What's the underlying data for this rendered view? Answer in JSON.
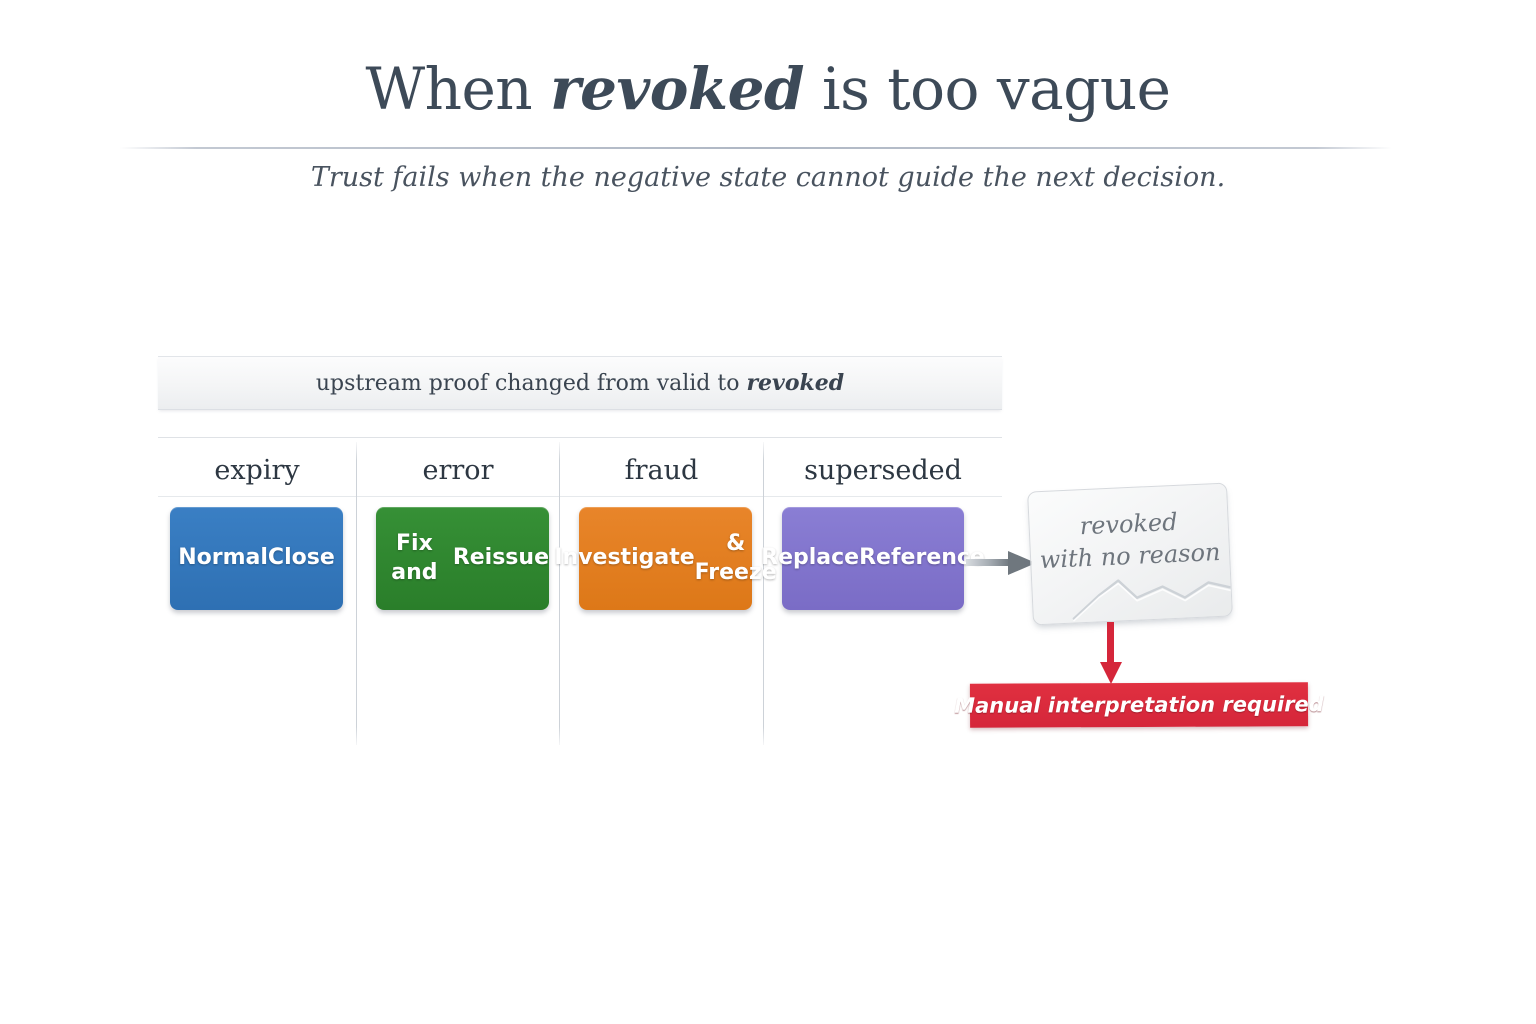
{
  "header": {
    "title_prefix": "When ",
    "title_emphasis": "revoked",
    "title_suffix": " is too vague",
    "subtitle": "Trust fails when the negative state cannot guide the next decision."
  },
  "upstream": {
    "prefix": "upstream proof changed from valid to ",
    "emphasis": "revoked"
  },
  "table": {
    "columns": [
      {
        "header": "expiry",
        "action": "Normal\nClose",
        "color": "#2e70b3"
      },
      {
        "header": "error",
        "action": "Fix and\nReissue",
        "color": "#2a7e2a"
      },
      {
        "header": "fraud",
        "action": "Investigate\n& Freeze",
        "color": "#dd7818"
      },
      {
        "header": "superseded",
        "action": "Replace\nReference",
        "color": "#7a6cc6"
      }
    ]
  },
  "failure": {
    "broken_card_line1": "revoked",
    "broken_card_line2": "with no reason",
    "banner": "Manual interpretation required",
    "banner_color": "#d5263a",
    "arrow_color": "#7f888f"
  }
}
